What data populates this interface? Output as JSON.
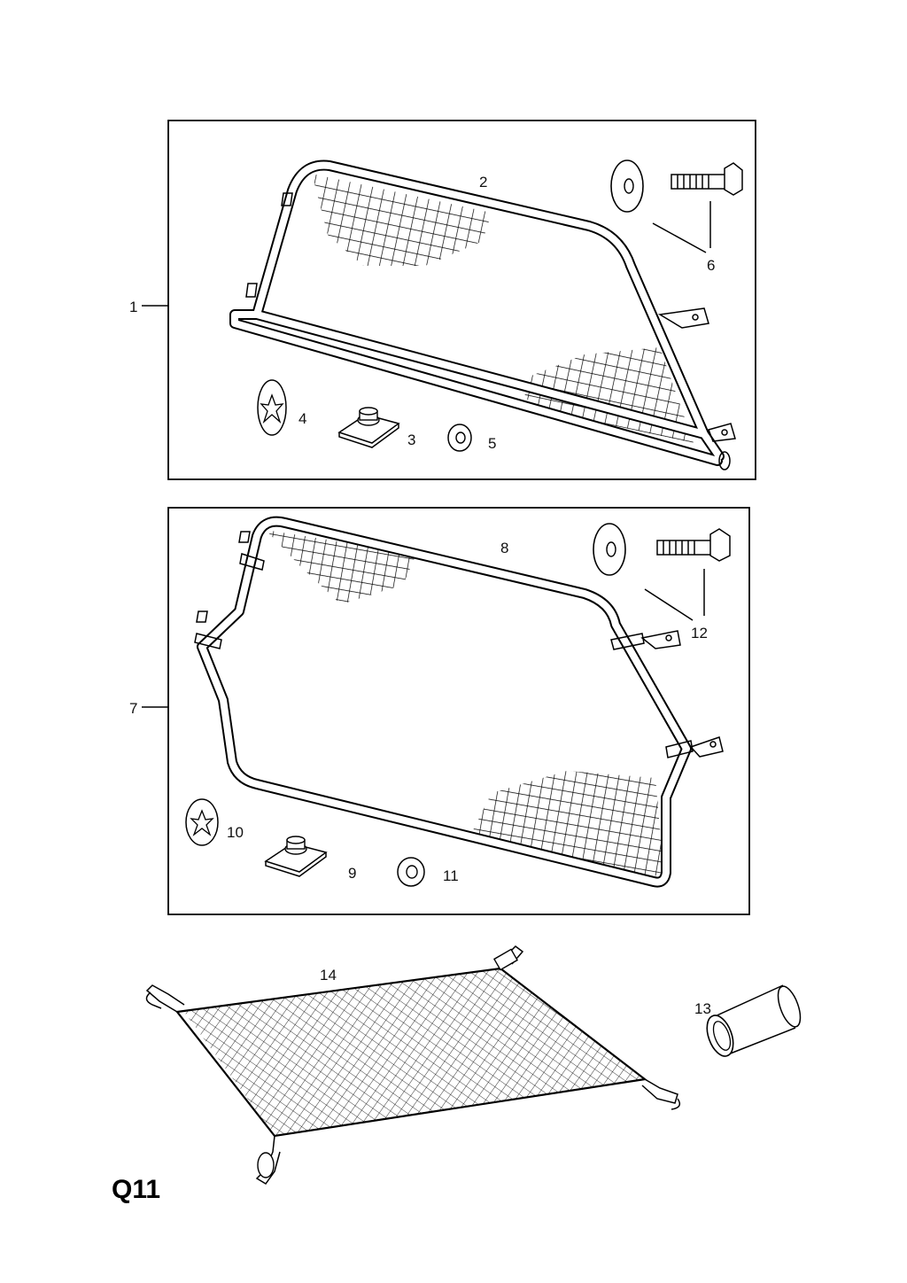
{
  "page_code": "Q11",
  "callouts": {
    "c1": "1",
    "c2": "2",
    "c3": "3",
    "c4": "4",
    "c5": "5",
    "c6": "6",
    "c7": "7",
    "c8": "8",
    "c9": "9",
    "c10": "10",
    "c11": "11",
    "c12": "12",
    "c13": "13",
    "c14": "14"
  }
}
